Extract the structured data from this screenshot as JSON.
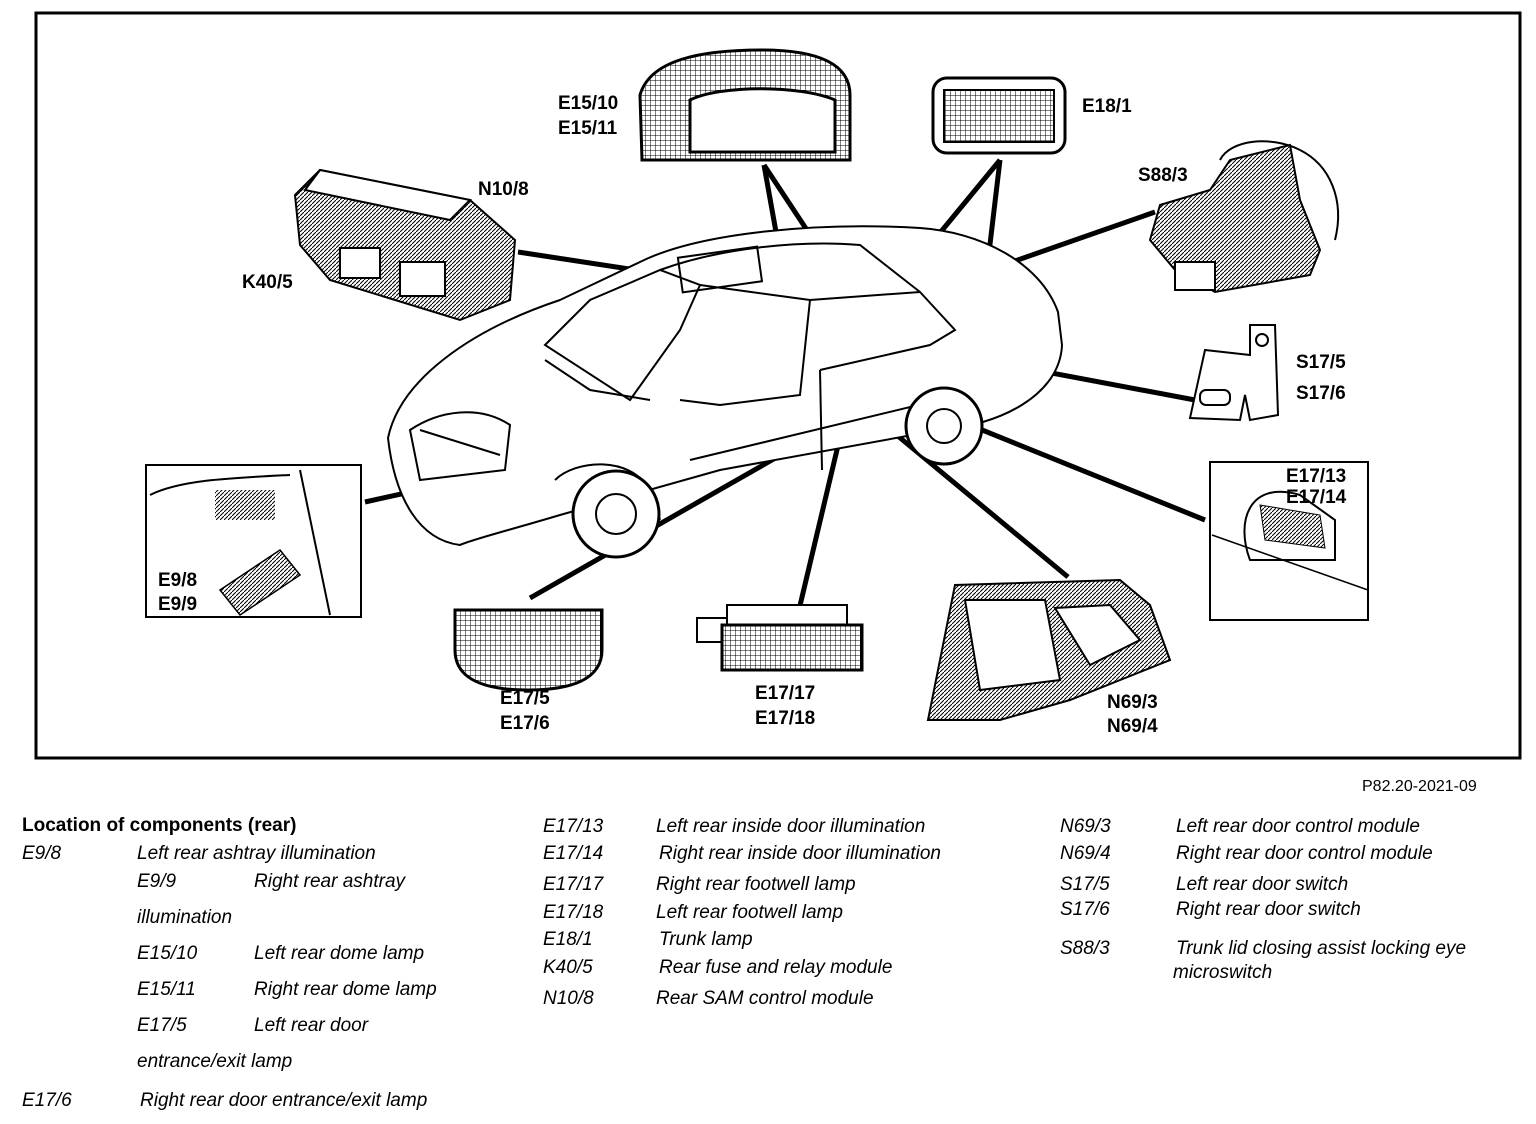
{
  "figure_id": "P82.20-2021-09",
  "callouts": {
    "e15_10": "E15/10",
    "e15_11": "E15/11",
    "e18_1": "E18/1",
    "n10_8": "N10/8",
    "k40_5": "K40/5",
    "s88_3": "S88/3",
    "s17_5": "S17/5",
    "s17_6": "S17/6",
    "e17_13": "E17/13",
    "e17_14": "E17/14",
    "e9_8": "E9/8",
    "e9_9": "E9/9",
    "e17_5": "E17/5",
    "e17_6": "E17/6",
    "e17_17": "E17/17",
    "e17_18": "E17/18",
    "n69_3": "N69/3",
    "n69_4": "N69/4"
  },
  "legend": {
    "title": "Location of components (rear)",
    "items": [
      {
        "code": "E9/8",
        "desc": "Left rear ashtray illumination"
      },
      {
        "code": "E9/9",
        "desc": "Right rear ashtray",
        "desc_cont": "illumination"
      },
      {
        "code": "E15/10",
        "desc": "Left rear dome lamp"
      },
      {
        "code": "E15/11",
        "desc": "Right rear dome lamp"
      },
      {
        "code": "E17/5",
        "desc": "Left rear door",
        "desc_cont": "entrance/exit lamp"
      },
      {
        "code": "E17/6",
        "desc": "Right rear door entrance/exit lamp"
      },
      {
        "code": "E17/13",
        "desc": "Left rear inside door illumination"
      },
      {
        "code": "E17/14",
        "desc": "Right rear inside door illumination"
      },
      {
        "code": "E17/17",
        "desc": "Right rear footwell lamp"
      },
      {
        "code": "E17/18",
        "desc": "Left rear footwell lamp"
      },
      {
        "code": "E18/1",
        "desc": "Trunk lamp"
      },
      {
        "code": "K40/5",
        "desc": "Rear fuse and relay module"
      },
      {
        "code": "N10/8",
        "desc": "Rear SAM control module"
      },
      {
        "code": "N69/3",
        "desc": "Left rear door control module"
      },
      {
        "code": "N69/4",
        "desc": "Right rear door control module"
      },
      {
        "code": "S17/5",
        "desc": "Left rear door switch"
      },
      {
        "code": "S17/6",
        "desc": "Right rear door switch"
      },
      {
        "code": "S88/3",
        "desc": "Trunk lid closing assist locking eye",
        "desc_cont": "microswitch"
      }
    ]
  }
}
